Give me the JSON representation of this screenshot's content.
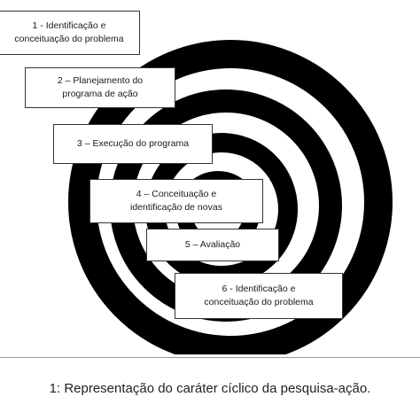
{
  "stages": [
    {
      "label": "1 -  Identificação e\nconceituação do problema"
    },
    {
      "label": "2 – Planejamento do\nprograma de ação"
    },
    {
      "label": "3 – Execução do programa"
    },
    {
      "label": "4 – Conceituação e\nidentificação de novas"
    },
    {
      "label": "5  – Avaliação"
    },
    {
      "label": "6 -  Identificação e\nconceituação do problema"
    }
  ],
  "caption": "1: Representação do caráter cíclico da pesquisa-ação.",
  "colors": {
    "spiral": "#000000",
    "background": "#ffffff",
    "box_border": "#333333"
  }
}
